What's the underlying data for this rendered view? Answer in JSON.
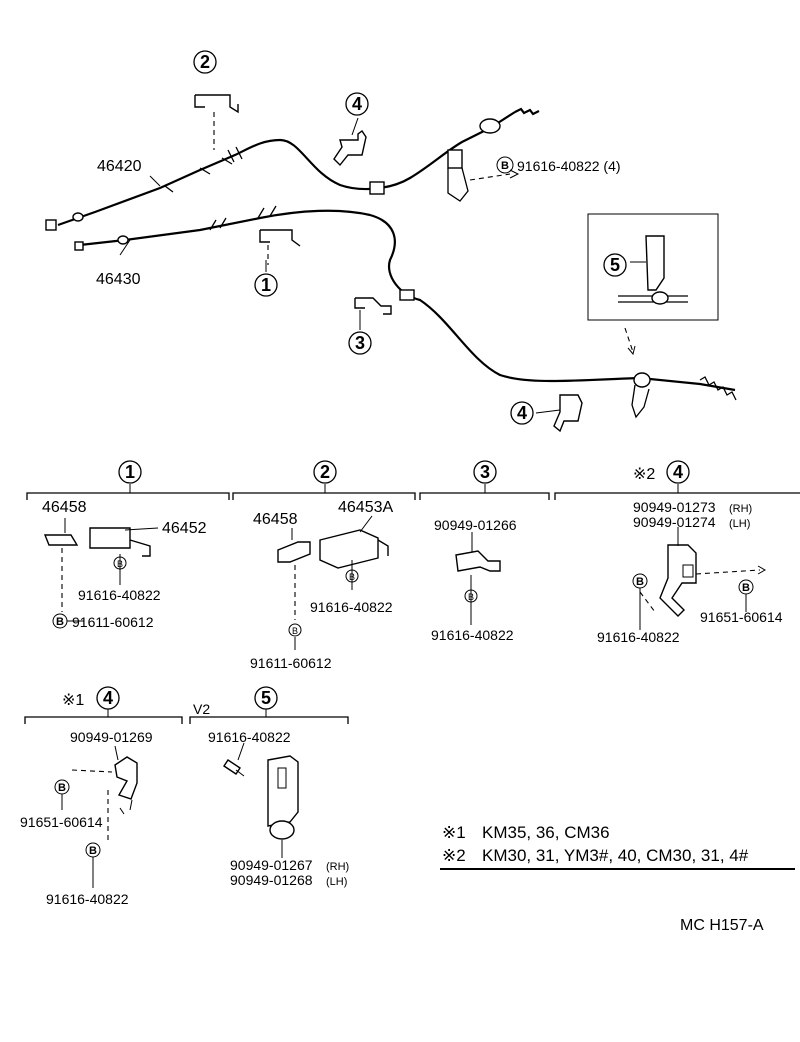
{
  "overview": {
    "cable_rh_label": "46420",
    "cable_lh_label": "46430",
    "bolt_label": "91616-40822 (4)",
    "ref_nums": [
      "1",
      "2",
      "3",
      "4",
      "4",
      "5"
    ]
  },
  "groups": {
    "g1": {
      "title": "1",
      "parts": [
        "46458",
        "46452",
        "91616-40822",
        "91611-60612"
      ]
    },
    "g2": {
      "title": "2",
      "parts": [
        "46458",
        "46453A",
        "91616-40822",
        "91611-60612"
      ]
    },
    "g3": {
      "title": "3",
      "parts": [
        "90949-01266",
        "91616-40822"
      ]
    },
    "g4a": {
      "mark": "※2",
      "title": "4",
      "parts": [
        "90949-01273",
        "(RH)",
        "90949-01274",
        "(LH)",
        "91616-40822",
        "91651-60614"
      ]
    },
    "g4b": {
      "mark": "※1",
      "title": "4",
      "parts": [
        "90949-01269",
        "91651-60614",
        "91616-40822"
      ]
    },
    "g5": {
      "prefix": "V2",
      "title": "5",
      "parts": [
        "91616-40822",
        "90949-01267",
        "(RH)",
        "90949-01268",
        "(LH)"
      ]
    }
  },
  "b_symbol": "B",
  "notes": {
    "note1_mark": "※1",
    "note1_text": "KM35, 36, CM36",
    "note2_mark": "※2",
    "note2_text": "KM30, 31, YM3#, 40, CM30, 31, 4#"
  },
  "footer": {
    "code": "MC  H157-A"
  }
}
